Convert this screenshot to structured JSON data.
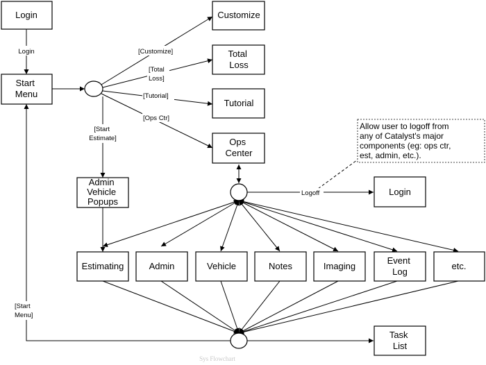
{
  "nodes": {
    "login_top": "Login",
    "start_menu": [
      "Start",
      "Menu"
    ],
    "customize": "Customize",
    "total_loss": [
      "Total",
      "Loss"
    ],
    "tutorial": "Tutorial",
    "ops_center": [
      "Ops",
      "Center"
    ],
    "admin_vehicle_popups": [
      "Admin",
      "Vehicle",
      "Popups"
    ],
    "login_right": "Login",
    "estimating": "Estimating",
    "admin": "Admin",
    "vehicle": "Vehicle",
    "notes": "Notes",
    "imaging": "Imaging",
    "event_log": [
      "Event",
      "Log"
    ],
    "etc": "etc.",
    "task_list": [
      "Task",
      "List"
    ]
  },
  "edge_labels": {
    "login": "Login",
    "customize": "[Customize]",
    "total_loss": [
      "[Total",
      "Loss]"
    ],
    "tutorial": "[Tutorial]",
    "ops_ctr": "[Ops Ctr]",
    "start_estimate": [
      "[Start",
      "Estimate]"
    ],
    "logoff": "Logoff",
    "start_menu": [
      "[Start",
      "Menu]"
    ]
  },
  "note": [
    "Allow user to logoff from",
    "any of Catalyst's major",
    "components (eg: ops ctr,",
    "est, admin, etc.)."
  ],
  "caption": "Sys Flowchart"
}
